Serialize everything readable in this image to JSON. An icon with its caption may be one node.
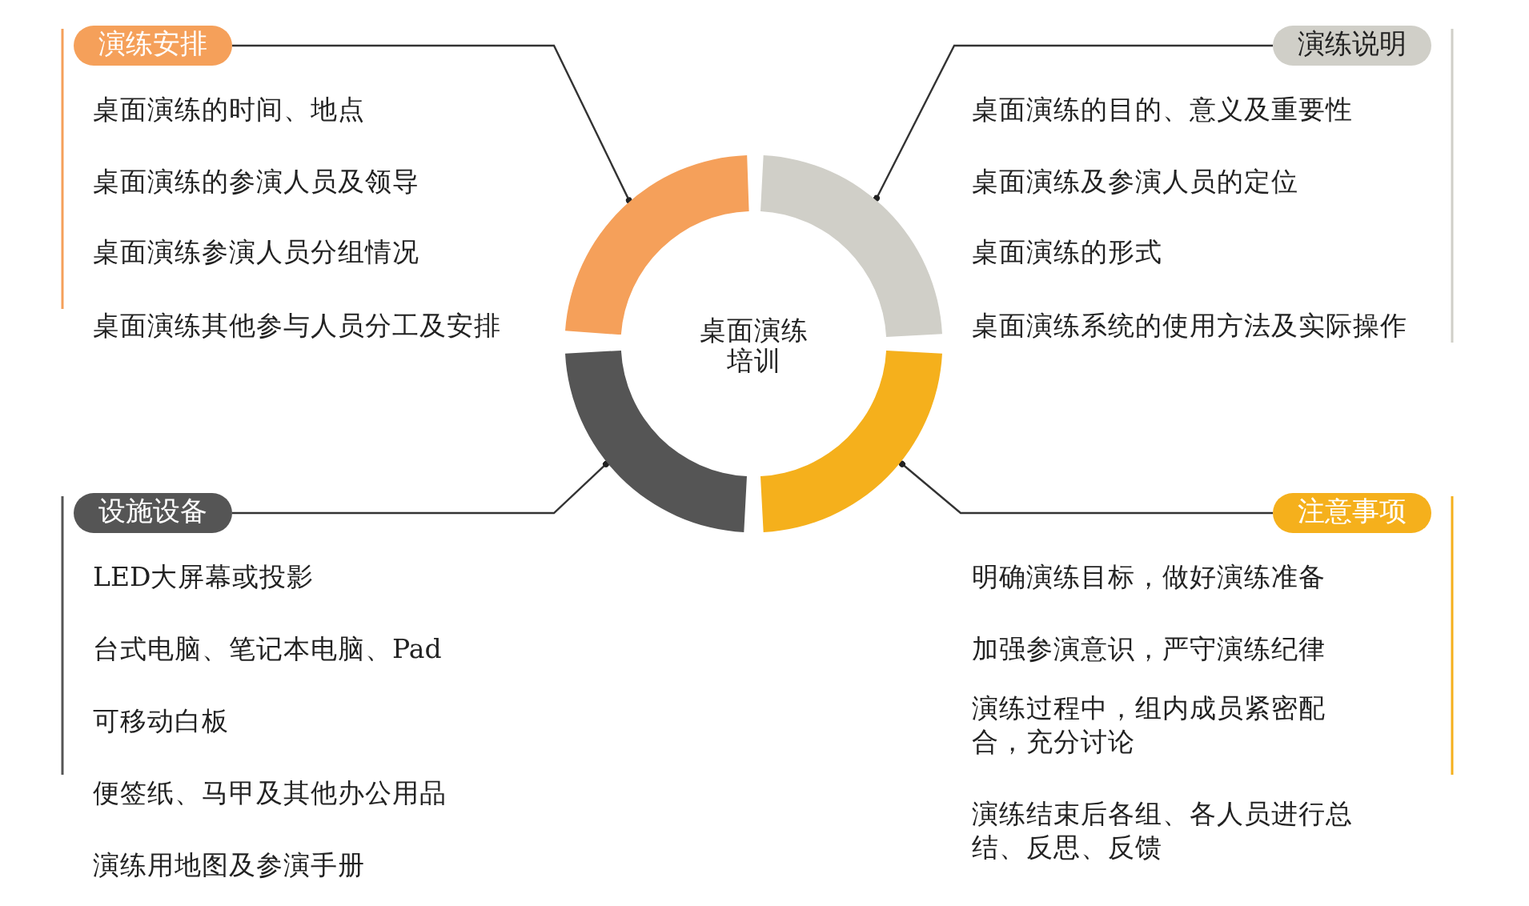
{
  "diagram": {
    "nodes": [
      {
        "text": [
          "桌面演练培训"
        ]
      },
      {
        "text": [],
        "shape": "arc"
      },
      {
        "text": [],
        "shape": "arc"
      },
      {
        "text": [],
        "shape": "arc"
      },
      {
        "text": [],
        "shape": "arc"
      },
      {
        "text": [
          "演练安排"
        ],
        "beside": [
          "桌面演练的时间、地点",
          "桌面演练的参演人员及领导",
          "桌面演练参演人员分组情况",
          "桌面演练其他参与人员分工及安排"
        ]
      },
      {
        "text": [
          "演练说明"
        ],
        "beside": [
          "桌面演练的目的、意义及重要性",
          "桌面演练及参演人员的定位",
          "桌面演练的形式",
          "桌面演练系统的使用方法及实际操作"
        ]
      },
      {
        "text": [
          "设施设备"
        ],
        "beside": [
          "LED大屏幕或投影",
          "台式电脑、笔记本电脑、Pad",
          "可移动白板",
          "便签纸、马甲及其他办公用品",
          "演练用地图及参演手册"
        ]
      },
      {
        "text": [
          "注意事项"
        ],
        "beside": [
          "明确演练目标，做好演练准备",
          "加强参演意识，严守演练纪律",
          "演练过程中，组内成员紧密配合，充分讨论",
          "演练结束后各组、各人员进行总结、反思、反馈"
        ]
      }
    ],
    "edges": [
      {
        "from": 5,
        "to": 1,
        "arrow": "other"
      },
      {
        "from": 6,
        "to": 2,
        "arrow": "other"
      },
      {
        "from": 7,
        "to": 3,
        "arrow": "other"
      },
      {
        "from": 8,
        "to": 4,
        "arrow": "other"
      }
    ]
  }
}
